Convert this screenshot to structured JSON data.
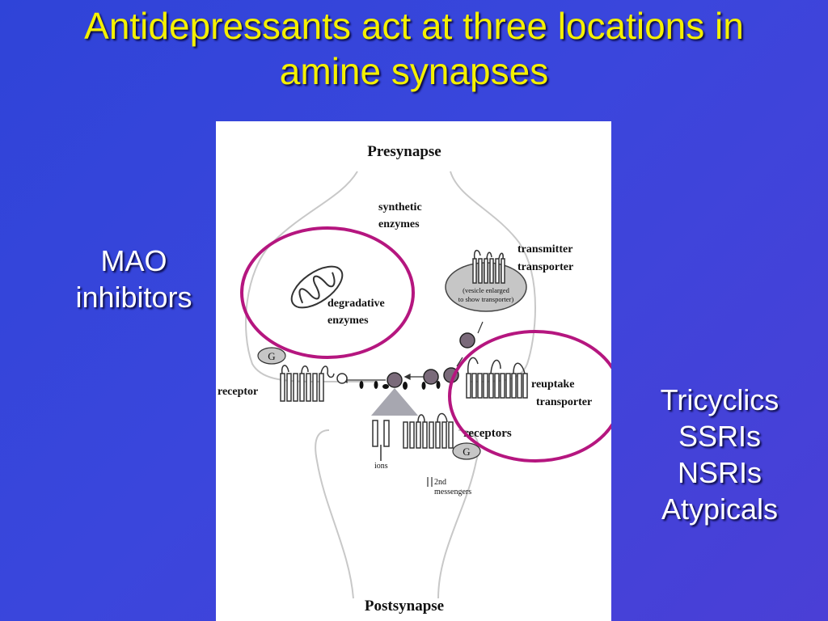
{
  "slide": {
    "title_line1": "Antidepressants act at three locations in",
    "title_line2": "amine synapses",
    "left_label_line1": "MAO",
    "left_label_line2": "inhibitors",
    "right_labels": [
      "Tricyclics",
      "SSRIs",
      "NSRIs",
      "Atypicals"
    ]
  },
  "diagram": {
    "presynapse": "Presynapse",
    "postsynapse": "Postsynapse",
    "synthetic_enzymes_1": "synthetic",
    "synthetic_enzymes_2": "enzymes",
    "transmitter_transporter_1": "transmitter",
    "transmitter_transporter_2": "transporter",
    "vesicle_note_1": "(vesicle enlarged",
    "vesicle_note_2": "to show transporter)",
    "degradative_enzymes_1": "degradative",
    "degradative_enzymes_2": "enzymes",
    "reuptake_transporter_1": "reuptake",
    "reuptake_transporter_2": "transporter",
    "receptor": "receptor",
    "receptors": "receptors",
    "g_protein": "G",
    "ions": "ions",
    "second_messengers_1": "2nd",
    "second_messengers_2": "messengers"
  },
  "colors": {
    "background": "#3541d8",
    "title": "#f4f000",
    "label_text": "#ffffff",
    "highlight_circle": "#b5167f",
    "diagram_stroke": "#333333"
  }
}
